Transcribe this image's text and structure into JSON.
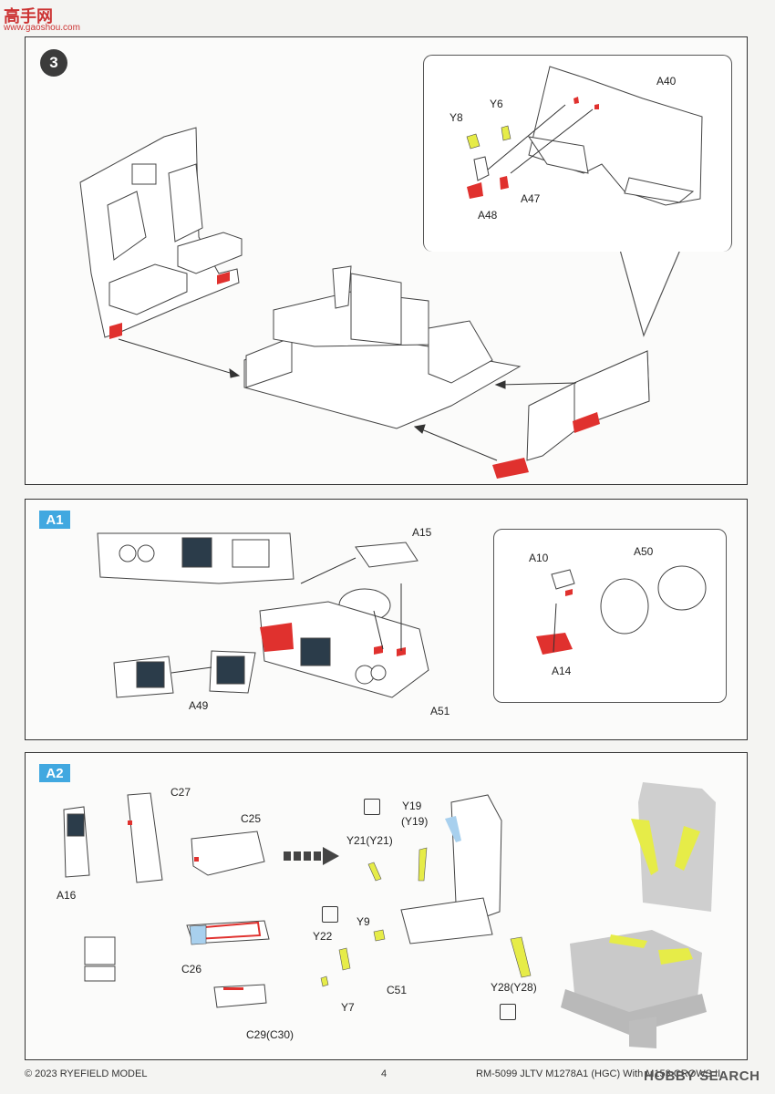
{
  "watermark": {
    "logo": "高手网",
    "url": "www.gaoshou.com"
  },
  "step3": {
    "number": "3",
    "labels": {
      "a40": "A40",
      "y6": "Y6",
      "y8": "Y8",
      "a47": "A47",
      "a48": "A48"
    }
  },
  "a1": {
    "tag": "A1",
    "labels": {
      "a15": "A15",
      "a10": "A10",
      "a50": "A50",
      "a14": "A14",
      "a49": "A49",
      "a51": "A51"
    }
  },
  "a2": {
    "tag": "A2",
    "labels": {
      "c27": "C27",
      "c25": "C25",
      "a16": "A16",
      "c26": "C26",
      "c29": "C29(C30)",
      "y19": "Y19",
      "y19b": "(Y19)",
      "y21": "Y21(Y21)",
      "y22": "Y22",
      "y9": "Y9",
      "y7": "Y7",
      "c51": "C51",
      "y28": "Y28(Y28)"
    }
  },
  "footer": {
    "copyright": "© 2023 RYEFIELD MODEL",
    "page": "4",
    "product": "RM-5099 JLTV M1278A1 (HGC) With M153 CROWS II",
    "source": "HOBBY SEARCH"
  },
  "colors": {
    "accent_red": "#e0312e",
    "tag_blue": "#41a8e0",
    "photo_yellow": "#e6ec48"
  }
}
